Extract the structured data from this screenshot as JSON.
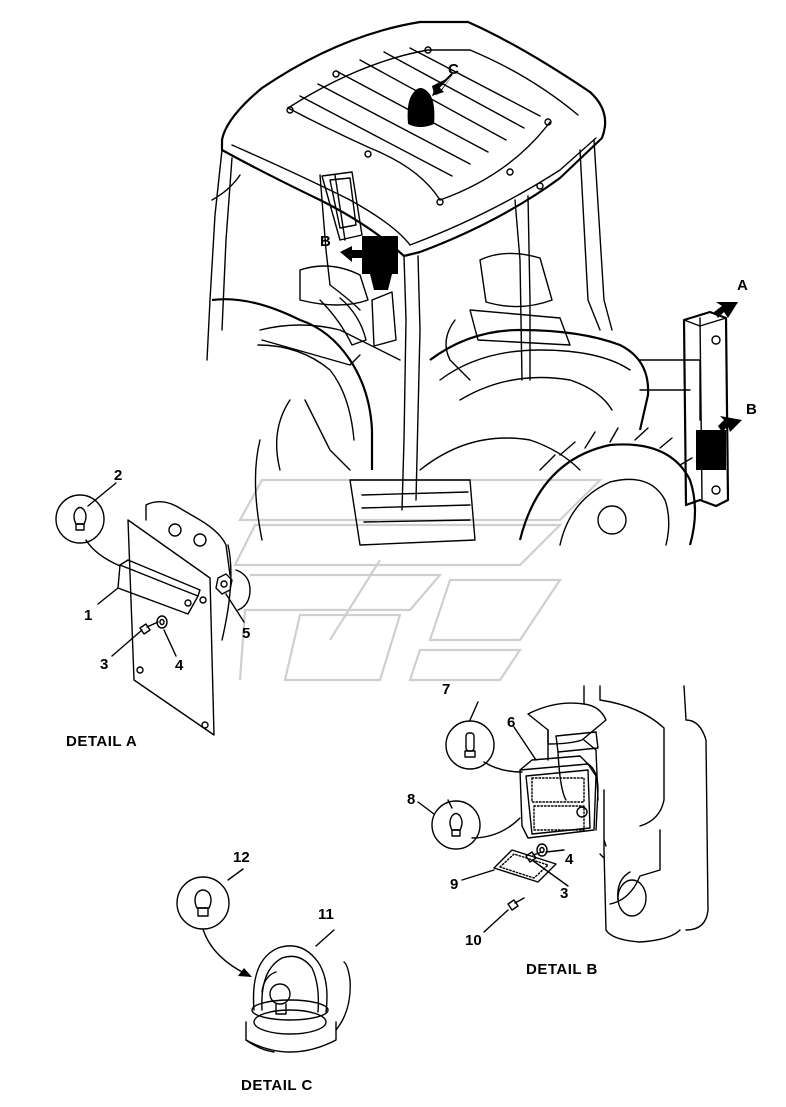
{
  "callout_letters": {
    "a": "A",
    "b_cab": "B",
    "b_post": "B",
    "c": "C"
  },
  "part_numbers": {
    "p1": "1",
    "p2": "2",
    "p3a": "3",
    "p4a": "4",
    "p5": "5",
    "p6": "6",
    "p7": "7",
    "p8": "8",
    "p4b": "4",
    "p3b": "3",
    "p9": "9",
    "p10": "10",
    "p11": "11",
    "p12": "12"
  },
  "captions": {
    "detail_a": "DETAIL A",
    "detail_b": "DETAIL B",
    "detail_c": "DETAIL C"
  },
  "icons": {
    "bulb": "bulb-icon",
    "arrow": "arrow-icon"
  },
  "colors": {
    "ink": "#000000",
    "paper": "#ffffff",
    "watermark": "#cfcfcf"
  }
}
